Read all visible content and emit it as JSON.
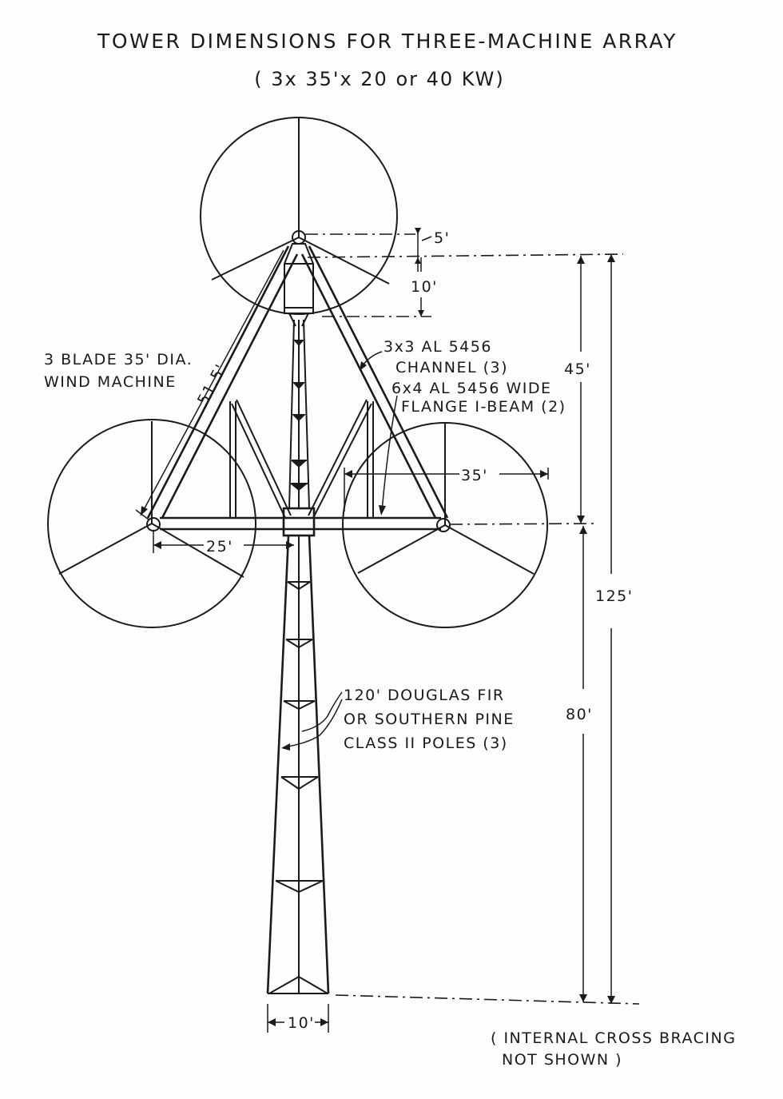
{
  "title": "TOWER DIMENSIONS FOR THREE-MACHINE ARRAY",
  "subtitle": "( 3x 35'x 20 or 40 KW)",
  "labels": {
    "wind_machine_line1": "3 BLADE 35' DIA.",
    "wind_machine_line2": "WIND MACHINE",
    "channel_line1": "3x3 AL 5456",
    "channel_line2": "CHANNEL (3)",
    "ibeam_line1": "6x4 AL 5456 WIDE",
    "ibeam_line2": "FLANGE I-BEAM (2)",
    "poles_line1": "120' DOUGLAS FIR",
    "poles_line2": "OR SOUTHERN PINE",
    "poles_line3": "CLASS II POLES (3)",
    "note_line1": "( INTERNAL  CROSS BRACING",
    "note_line2": "NOT SHOWN )"
  },
  "dimensions": {
    "hub_offset": "5'",
    "upper_offset": "10'",
    "upper_height": "45'",
    "arm_length": "51.5'",
    "rotor_diameter": "35'",
    "hub_spacing": "25'",
    "total_height": "125'",
    "lower_height": "80'",
    "base_width": "10'"
  }
}
